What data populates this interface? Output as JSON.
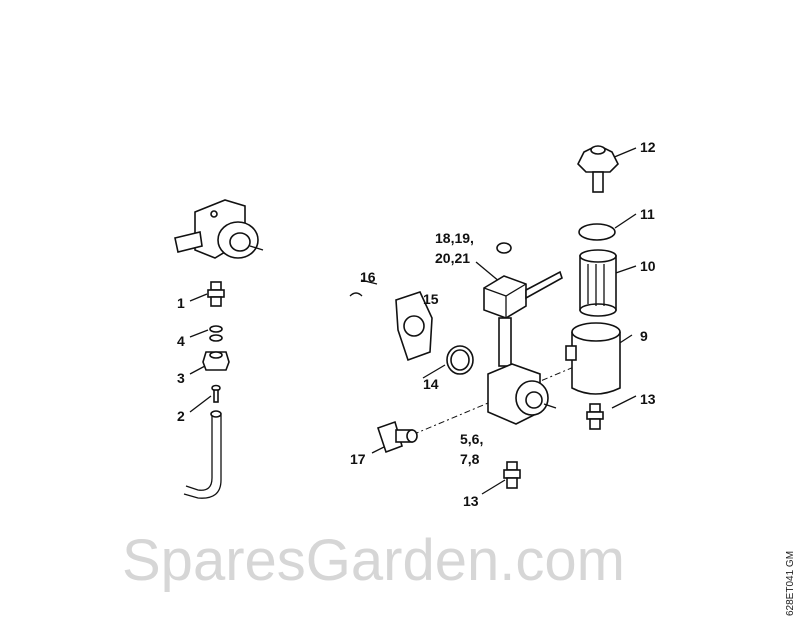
{
  "watermark": "SparesGarden.com",
  "drawing_code": "628ET041 GM",
  "labels": {
    "l1": "1",
    "l2": "2",
    "l3": "3",
    "l4": "4",
    "l5a": "5,6,",
    "l5b": "7,8",
    "l9": "9",
    "l10": "10",
    "l11": "11",
    "l12": "12",
    "l13a": "13",
    "l13b": "13",
    "l14": "14",
    "l15": "15",
    "l16": "16",
    "l17": "17",
    "l18a": "18,19,",
    "l18b": "20,21"
  }
}
